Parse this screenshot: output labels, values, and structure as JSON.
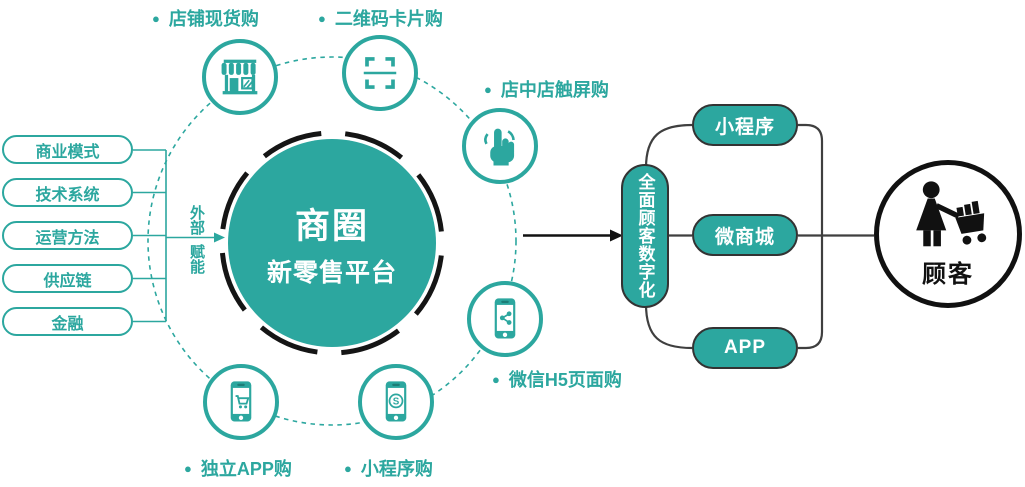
{
  "diagram": {
    "bullet": "●",
    "center": {
      "title": "商圈",
      "subtitle": "新零售平台"
    },
    "left_panel": {
      "items": [
        "商业模式",
        "技术系统",
        "运营方法",
        "供应链",
        "金融"
      ],
      "arrow_label_top": "外部",
      "arrow_label_bottom": "赋能"
    },
    "channels": [
      {
        "label": "店铺现货购",
        "icon": "storefront-icon"
      },
      {
        "label": "二维码卡片购",
        "icon": "qr-scan-icon"
      },
      {
        "label": "店中店触屏购",
        "icon": "touch-hand-icon"
      },
      {
        "label": "微信H5页面购",
        "icon": "phone-share-icon"
      },
      {
        "label": "独立APP购",
        "icon": "phone-cart-icon"
      },
      {
        "label": "小程序购",
        "icon": "phone-miniprogram-icon"
      }
    ],
    "digitalization_label": "全面顾客数字化",
    "outputs": [
      "小程序",
      "微商城",
      "APP"
    ],
    "customer_label": "顾客",
    "colors": {
      "teal": "#2CA79F",
      "pill_border": "#333333",
      "connector_gray": "#3F3F3F",
      "black": "#111111"
    }
  }
}
